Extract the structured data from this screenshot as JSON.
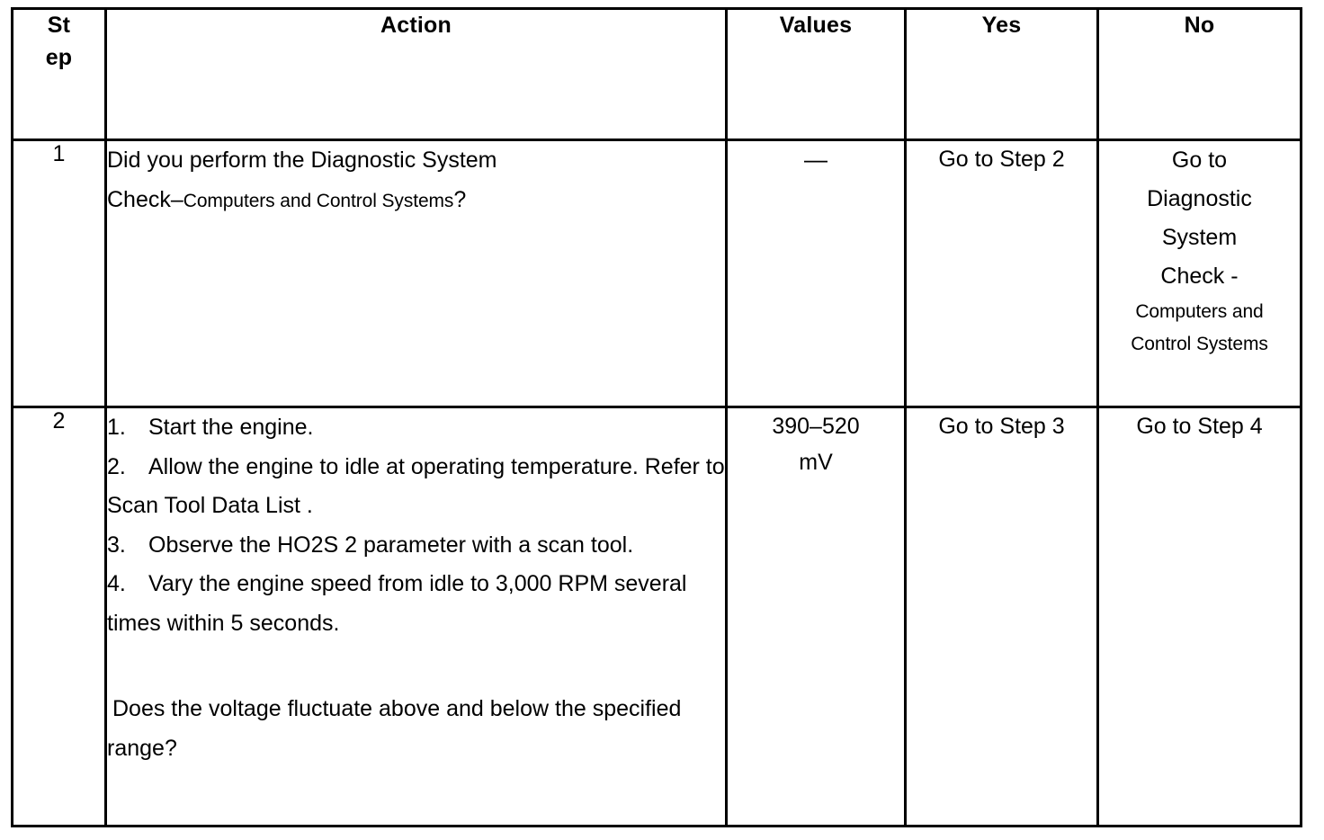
{
  "table": {
    "columns": [
      {
        "key": "step",
        "label_lines": [
          "St",
          "ep"
        ],
        "label": "Step"
      },
      {
        "key": "action",
        "label": "Action"
      },
      {
        "key": "values",
        "label": "Values"
      },
      {
        "key": "yes",
        "label": "Yes"
      },
      {
        "key": "no",
        "label": "No"
      }
    ],
    "rows": [
      {
        "step": "1",
        "action": {
          "line_1": "Did you perform the Diagnostic System",
          "line_2_normal": "Check–",
          "line_2_small": "Computers and Control Systems",
          "line_2_tail": "?"
        },
        "values": "—",
        "yes": "Go to Step 2",
        "no": {
          "line_1": "Go to",
          "line_2": "Diagnostic",
          "line_3": "System",
          "line_4": "Check -",
          "line_5_small": "Computers and",
          "line_6_small": "Control Systems"
        }
      },
      {
        "step": "2",
        "action": {
          "items": [
            {
              "number": "1.",
              "text": "Start the engine."
            },
            {
              "number": "2.",
              "text": "Allow the engine to idle at operating temperature. Refer to Scan Tool Data List ."
            },
            {
              "number": "3.",
              "text": "Observe the HO2S 2 parameter with a scan tool."
            },
            {
              "number": "4.",
              "text": "Vary the engine speed from idle to 3,000 RPM several times within 5 seconds."
            }
          ],
          "question": "Does the voltage fluctuate above and below the specified range?"
        },
        "values_line_1": "390–520",
        "values_line_2": "mV",
        "yes": "Go to Step 3",
        "no": "Go to Step 4"
      }
    ]
  },
  "colors": {
    "border": "#000000",
    "text": "#000000",
    "background": "#ffffff"
  }
}
